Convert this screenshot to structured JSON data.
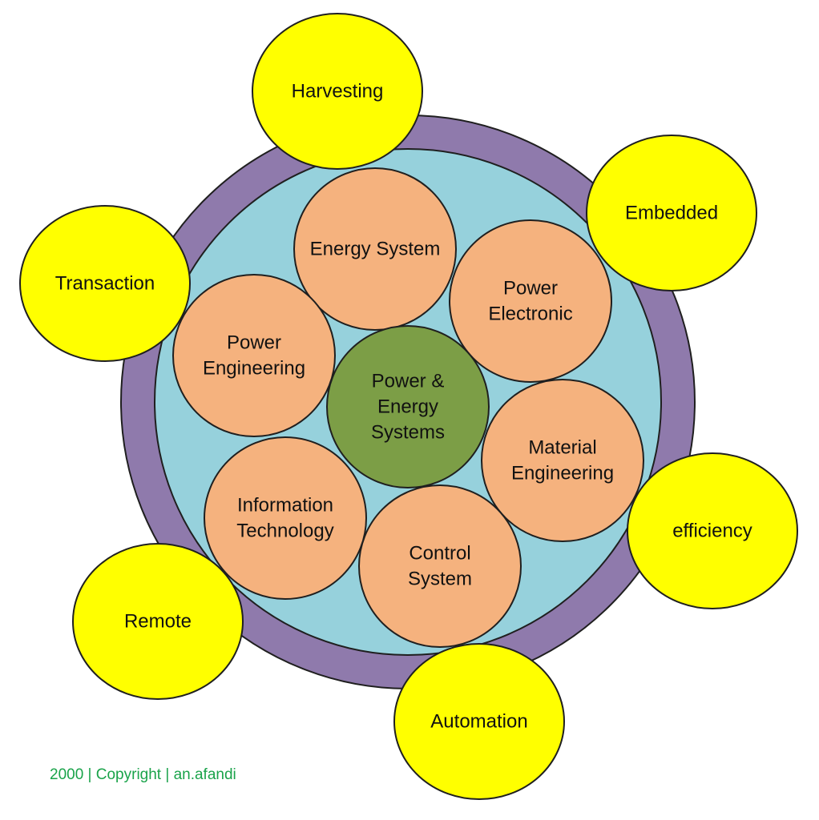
{
  "colors": {
    "outer_ring": "#8f7aac",
    "inner_disc": "#96d1dc",
    "orange_circle": "#f5b27e",
    "center_circle": "#7c9e46",
    "yellow_circle": "#ffff00",
    "stroke": "#1f1f1f",
    "copyright_text": "#1aa34a"
  },
  "center": {
    "lines": [
      "Power &",
      "Energy",
      "Systems"
    ]
  },
  "inner_circles": [
    {
      "id": "energy-system",
      "lines": [
        "Energy System"
      ]
    },
    {
      "id": "power-electronic",
      "lines": [
        "Power",
        "Electronic"
      ]
    },
    {
      "id": "material-engineering",
      "lines": [
        "Material",
        "Engineering"
      ]
    },
    {
      "id": "control-system",
      "lines": [
        "Control",
        "System"
      ]
    },
    {
      "id": "information-technology",
      "lines": [
        "Information",
        "Technology"
      ]
    },
    {
      "id": "power-engineering",
      "lines": [
        "Power",
        "Engineering"
      ]
    }
  ],
  "outer_circles": [
    {
      "id": "harvesting",
      "label": "Harvesting"
    },
    {
      "id": "embedded",
      "label": "Embedded"
    },
    {
      "id": "efficiency",
      "label": "efficiency"
    },
    {
      "id": "automation",
      "label": "Automation"
    },
    {
      "id": "remote",
      "label": "Remote"
    },
    {
      "id": "transaction",
      "label": "Transaction"
    }
  ],
  "copyright": "2000 | Copyright | an.afandi"
}
